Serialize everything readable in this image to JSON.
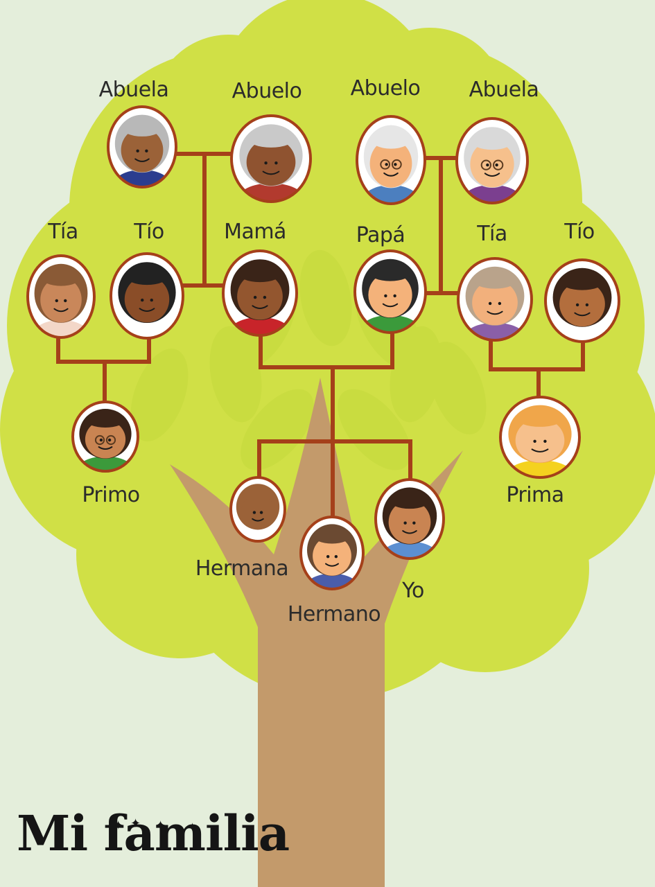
{
  "title": "Mi familia",
  "members": [
    {
      "key": "abuela1",
      "label": "Abuela",
      "skin": "#9b6238",
      "hair": "#b8b8b8",
      "shirt": "#2b3d8f",
      "glasses": false
    },
    {
      "key": "abuelo1",
      "label": "Abuelo",
      "skin": "#8f5330",
      "hair": "#c9c9c9",
      "shirt": "#b23a2e",
      "glasses": false
    },
    {
      "key": "abuelo2",
      "label": "Abuelo",
      "skin": "#f4b27a",
      "hair": "#e6e6e6",
      "shirt": "#4c7fbf",
      "glasses": true
    },
    {
      "key": "abuela2",
      "label": "Abuela",
      "skin": "#f6c08c",
      "hair": "#d9d9d9",
      "shirt": "#7b3f8f",
      "glasses": true
    },
    {
      "key": "tia1",
      "label": "Tía",
      "skin": "#c9875a",
      "hair": "#8a5a36",
      "shirt": "#f3d7c8",
      "glasses": false
    },
    {
      "key": "tio1",
      "label": "Tío",
      "skin": "#8a4d28",
      "hair": "#222222",
      "shirt": "#ffffff",
      "glasses": false
    },
    {
      "key": "mama",
      "label": "Mamá",
      "skin": "#93562f",
      "hair": "#3a2418",
      "shirt": "#c8242a",
      "glasses": false
    },
    {
      "key": "papa",
      "label": "Papá",
      "skin": "#f4b27a",
      "hair": "#2a2a2a",
      "shirt": "#3b9a3b",
      "glasses": false
    },
    {
      "key": "tia2",
      "label": "Tía",
      "skin": "#f2b07c",
      "hair": "#b9a38b",
      "shirt": "#8a5fa8",
      "glasses": false
    },
    {
      "key": "tio2",
      "label": "Tío",
      "skin": "#b36e3d",
      "hair": "#3a2418",
      "shirt": "#ffffff",
      "glasses": false
    },
    {
      "key": "primo",
      "label": "Primo",
      "skin": "#c98452",
      "hair": "#3a2418",
      "shirt": "#3b9a3b",
      "glasses": true
    },
    {
      "key": "prima",
      "label": "Prima",
      "skin": "#f6c08c",
      "hair": "#f0a64a",
      "shirt": "#f4d21f",
      "glasses": false
    },
    {
      "key": "hermana",
      "label": "Hermana",
      "skin": "#9b6238",
      "hair": "#9b6238",
      "shirt": "#ffffff",
      "glasses": false
    },
    {
      "key": "hermano",
      "label": "Hermano",
      "skin": "#f4b27a",
      "hair": "#6b4a32",
      "shirt": "#4a5dab",
      "glasses": false
    },
    {
      "key": "yo",
      "label": "Yo",
      "skin": "#c98452",
      "hair": "#3a2418",
      "shirt": "#5b8fd1",
      "glasses": false
    }
  ],
  "colors": {
    "background": "#e4eedb",
    "canopy": "#d0e046",
    "leaf": "#c1d63a",
    "trunk": "#c39a6b",
    "connector": "#a5401a",
    "frame": "#a5401a"
  }
}
